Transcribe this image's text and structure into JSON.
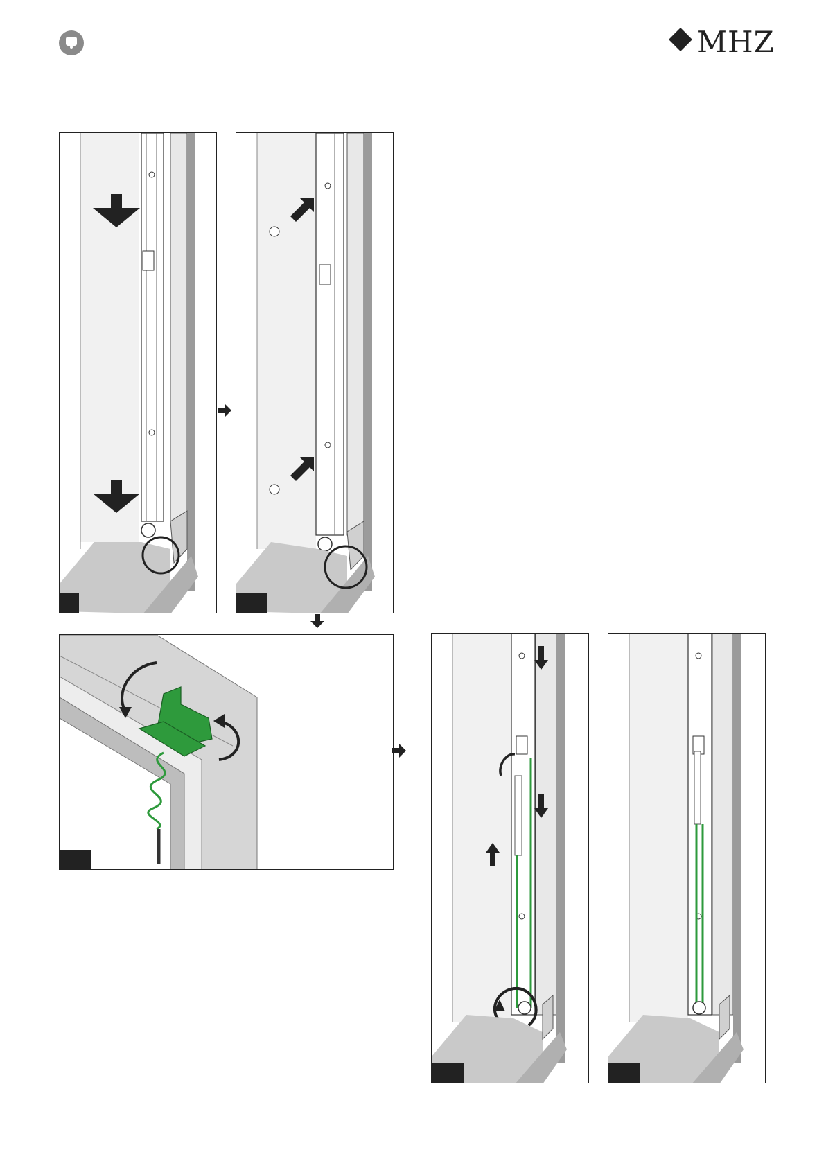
{
  "header": {
    "logo_text": "MHZ",
    "logo_mark": "diamond-icon",
    "page_badge_icon": "info-badge-icon"
  },
  "figures": [
    {
      "id": "fig-1",
      "label": ""
    },
    {
      "id": "fig-2",
      "label": ""
    },
    {
      "id": "fig-3",
      "label": ""
    },
    {
      "id": "fig-4",
      "label": ""
    },
    {
      "id": "fig-5",
      "label": ""
    }
  ],
  "colors": {
    "ink": "#222222",
    "frame_grey": "#9b9b9b",
    "floor_grey": "#b8b8b8",
    "wall_light": "#f2f2f2",
    "accent_green": "#2e9a3c"
  }
}
